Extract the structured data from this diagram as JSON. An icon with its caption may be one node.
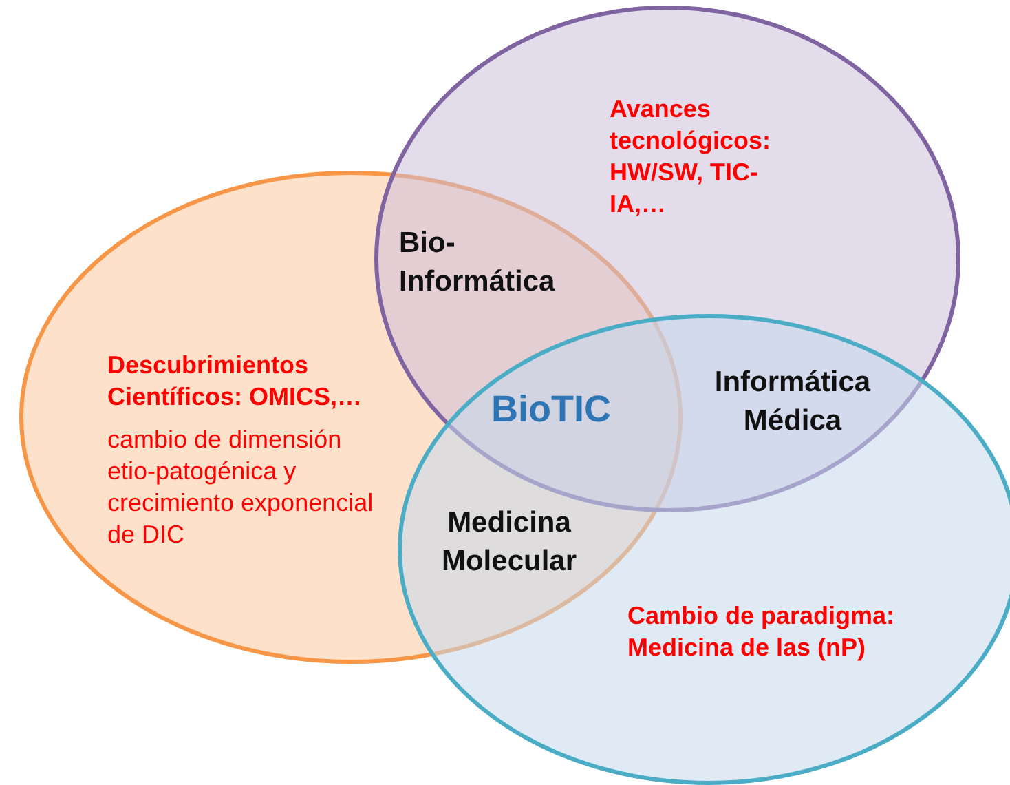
{
  "diagram": {
    "nodes": [
      {
        "text": [
          "Avances tecnológicos: HW/SW, TIC-IA,…"
        ]
      },
      {
        "text": [
          "Descubrimientos Científicos: OMICS,…",
          "cambio de dimensión etio-patogénica y crecimiento exponencial de DIC"
        ]
      },
      {
        "text": [
          "Cambio de paradigma: Medicina de las (nP)"
        ]
      }
    ],
    "labels": [
      "Bio- Informática",
      "BioTIC",
      "Informática Médica",
      "Medicina Molecular"
    ]
  }
}
